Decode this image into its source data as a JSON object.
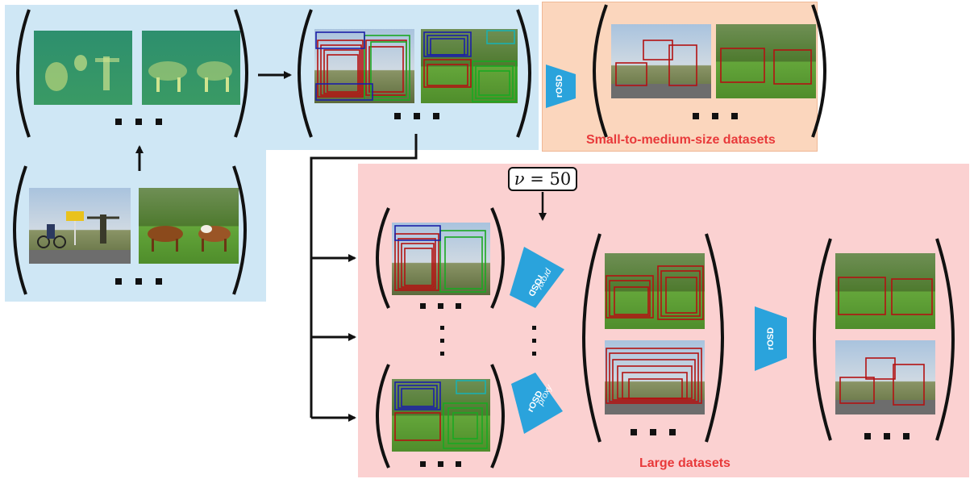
{
  "colors": {
    "panel_blue": "#cfe7f5",
    "panel_orange": "#fbd6bd",
    "panel_pink": "#fbd1d1",
    "rosd_blue": "#2aa3dc",
    "label_red": "#e8393a",
    "box_red": "#b31212",
    "box_green": "#1aa822",
    "box_blue": "#1b1fa8"
  },
  "labels": {
    "small_datasets": "Small-to-medium-size datasets",
    "large_datasets": "Large datasets",
    "nu_symbol": "ν",
    "nu_eq": " = 50"
  },
  "blocks": {
    "rosd": "rOSD",
    "proxy_rosd_proxy": "proxy",
    "proxy_rosd_name": "rOSD"
  },
  "icons": [
    "arrow-icon",
    "ellipsis-icon",
    "parenthesis-icon"
  ]
}
